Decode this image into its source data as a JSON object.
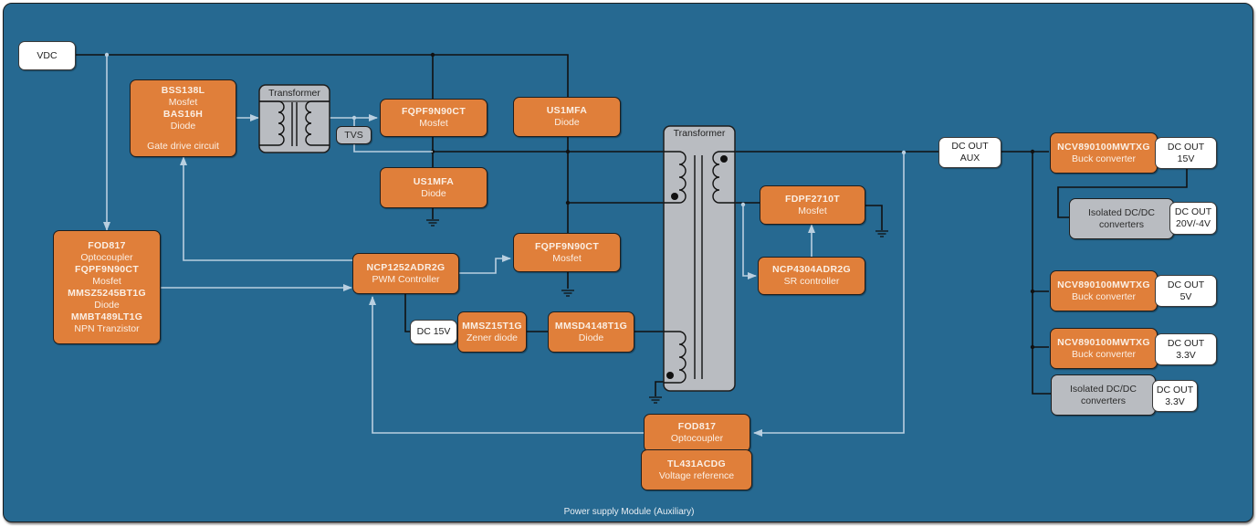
{
  "caption": "Power supply Module (Auxiliary)",
  "colors": {
    "background": "#266991",
    "component": "#e07f3a",
    "terminal": "#ffffff",
    "passive": "#b9bcc1",
    "wire": "#111111",
    "signal": "#b9cfe0"
  },
  "terminals": {
    "vdc": "VDC",
    "dc_15v": "DC 15V",
    "dc_out_aux": [
      "DC OUT",
      "AUX"
    ],
    "dc_out_15v": [
      "DC OUT",
      "15V"
    ],
    "dc_out_20v": [
      "DC OUT",
      "20V/-4V"
    ],
    "dc_out_5v": [
      "DC OUT",
      "5V"
    ],
    "dc_out_3v3_a": [
      "DC OUT",
      "3.3V"
    ],
    "dc_out_3v3_b": [
      "DC OUT",
      "3.3V"
    ]
  },
  "blocks": {
    "gate_drive": {
      "parts": [
        [
          "BSS138L",
          "Mosfet"
        ],
        [
          "BAS16H",
          "Diode"
        ]
      ],
      "caption": "Gate drive circuit"
    },
    "transformer_small": "Transformer",
    "tvs": "TVS",
    "mosfet_main": [
      "FQPF9N90CT",
      "Mosfet"
    ],
    "diode_top": [
      "US1MFA",
      "Diode"
    ],
    "diode_mid": [
      "US1MFA",
      "Diode"
    ],
    "transformer_main": "Transformer",
    "fdpf_mosfet": [
      "FDPF2710T",
      "Mosfet"
    ],
    "sr_controller": [
      "NCP4304ADR2G",
      "SR controller"
    ],
    "feedback_left": {
      "parts": [
        [
          "FOD817",
          "Optocoupler"
        ],
        [
          "FQPF9N90CT",
          "Mosfet"
        ],
        [
          "MMSZ5245BT1G",
          "Diode"
        ],
        [
          "MMBT489LT1G",
          "NPN Tranzistor"
        ]
      ]
    },
    "pwm_controller": [
      "NCP1252ADR2G",
      "PWM Controller"
    ],
    "mosfet_switch": [
      "FQPF9N90CT",
      "Mosfet"
    ],
    "zener": [
      "MMSZ15T1G",
      "Zener diode"
    ],
    "diode_aux": [
      "MMSD4148T1G",
      "Diode"
    ],
    "optocoupler_fb": [
      "FOD817",
      "Optocoupler"
    ],
    "voltage_ref": [
      "TL431ACDG",
      "Voltage reference"
    ],
    "buck_15v": [
      "NCV890100MWTXG",
      "Buck converter"
    ],
    "buck_5v": [
      "NCV890100MWTXG",
      "Buck converter"
    ],
    "buck_3v3": [
      "NCV890100MWTXG",
      "Buck converter"
    ],
    "isolated_1": [
      "Isolated DC/DC",
      "converters"
    ],
    "isolated_2": [
      "Isolated DC/DC",
      "converters"
    ]
  }
}
